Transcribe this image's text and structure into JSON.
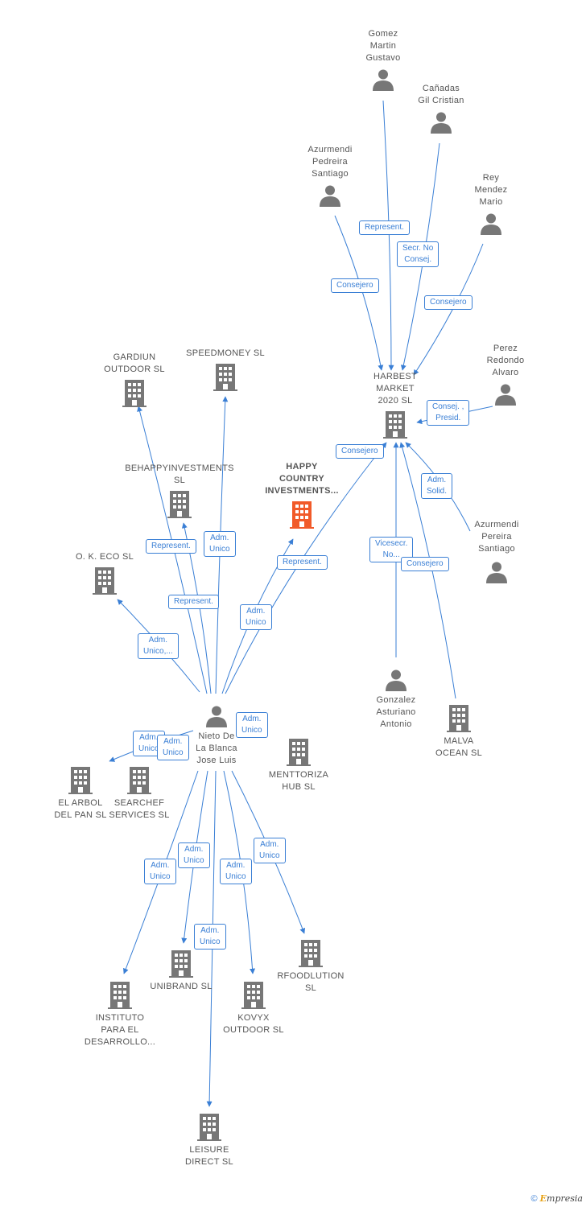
{
  "colors": {
    "node": "#777777",
    "focus": "#f15a29",
    "edge": "#3a7fd5"
  },
  "nodes": {
    "gomez": {
      "label": "Gomez\nMartin\nGustavo",
      "kind": "person"
    },
    "canadas": {
      "label": "Cañadas\nGil Cristian",
      "kind": "person"
    },
    "azurmendi_pedreira": {
      "label": "Azurmendi\nPedreira\nSantiago",
      "kind": "person"
    },
    "rey": {
      "label": "Rey\nMendez\nMario",
      "kind": "person"
    },
    "perez": {
      "label": "Perez\nRedondo\nAlvaro",
      "kind": "person"
    },
    "harbest": {
      "label": "HARBEST\nMARKET\n2020  SL",
      "kind": "company"
    },
    "azurmendi_pereira": {
      "label": "Azurmendi\nPereira\nSantiago",
      "kind": "person"
    },
    "gardiun": {
      "label": "GARDIUN\nOUTDOOR  SL",
      "kind": "company"
    },
    "speedmoney": {
      "label": "SPEEDMONEY SL",
      "kind": "company"
    },
    "behappy": {
      "label": "BEHAPPYINVESTMENTS\nSL",
      "kind": "company"
    },
    "happy": {
      "label": "HAPPY\nCOUNTRY\nINVESTMENTS...",
      "kind": "company"
    },
    "oketo": {
      "label": "O.  K. ECO SL",
      "kind": "company"
    },
    "gonzalez": {
      "label": "Gonzalez\nAsturiano\nAntonio",
      "kind": "person"
    },
    "malva": {
      "label": "MALVA\nOCEAN  SL",
      "kind": "company"
    },
    "nieto": {
      "label": "Nieto De\nLa Blanca\nJose Luis",
      "kind": "person"
    },
    "menttoriza": {
      "label": "MENTTORIZA\nHUB  SL",
      "kind": "company"
    },
    "elarbol": {
      "label": "EL ARBOL\nDEL PAN  SL",
      "kind": "company"
    },
    "searchef": {
      "label": "SEARCHEF\nSERVICES  SL",
      "kind": "company"
    },
    "rfoodlution": {
      "label": "RFOODLUTION\nSL",
      "kind": "company"
    },
    "unibrand": {
      "label": "UNIBRAND SL",
      "kind": "company"
    },
    "instituto": {
      "label": "INSTITUTO\nPARA EL\nDESARROLLO...",
      "kind": "company"
    },
    "kovyx": {
      "label": "KOVYX\nOUTDOOR  SL",
      "kind": "company"
    },
    "leisure": {
      "label": "LEISURE\nDIRECT SL",
      "kind": "company"
    }
  },
  "edge_labels": {
    "gomez_harbest": "Represent.",
    "canadas_harbest": "Secr.  No\nConsej.",
    "azurmendi_harbest": "Consejero",
    "rey_harbest": "Consejero",
    "perez_harbest": "Consej. ,\nPresid.",
    "nieto_harbest": "Consejero",
    "azurmendi_pereira_harbest": "Adm.\nSolid.",
    "gonzalez_harbest": "Vicesecr.\nNo...",
    "malva_harbest": "Consejero",
    "nieto_behappy": "Represent.",
    "nieto_speedmoney": "Adm.\nUnico",
    "nieto_happy": "Represent.",
    "nieto_gardiun": "Represent.",
    "nieto_happy_2": "Adm.\nUnico",
    "nieto_oketo": "Adm.\nUnico,...",
    "nieto_menttoriza": "Adm.\nUnico",
    "nieto_elarbol": "Adm.\nUnico",
    "nieto_searchef": "Adm.\nUnico",
    "nieto_unibrand": "Adm.\nUnico",
    "nieto_instituto": "Adm.\nUnico",
    "nieto_kovyx": "Adm.\nUnico",
    "nieto_rfoodlution": "Adm.\nUnico",
    "nieto_leisure": "Adm.\nUnico"
  },
  "footer": {
    "copyright": "©",
    "brand_e": "E",
    "brand_rest": "mpresia"
  }
}
